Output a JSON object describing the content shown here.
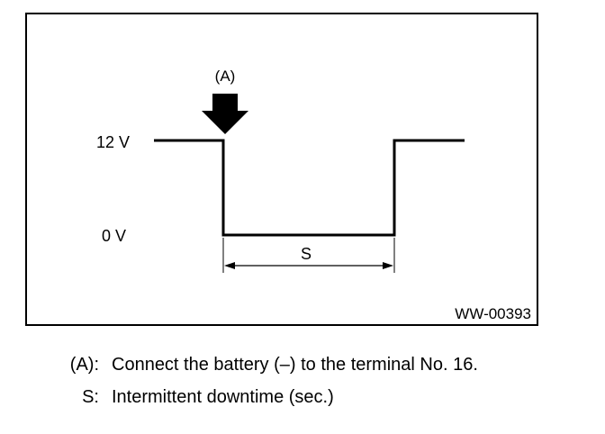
{
  "diagram": {
    "arrow_label": "(A)",
    "voltage_high": "12 V",
    "voltage_low": "0 V",
    "interval_label": "S",
    "figure_code": "WW-00393",
    "colors": {
      "line": "#000000",
      "background": "#ffffff"
    }
  },
  "legend": [
    {
      "key": "(A):",
      "text": "Connect the battery (–) to the terminal No. 16."
    },
    {
      "key": "S:",
      "text": "Intermittent downtime (sec.)"
    }
  ]
}
